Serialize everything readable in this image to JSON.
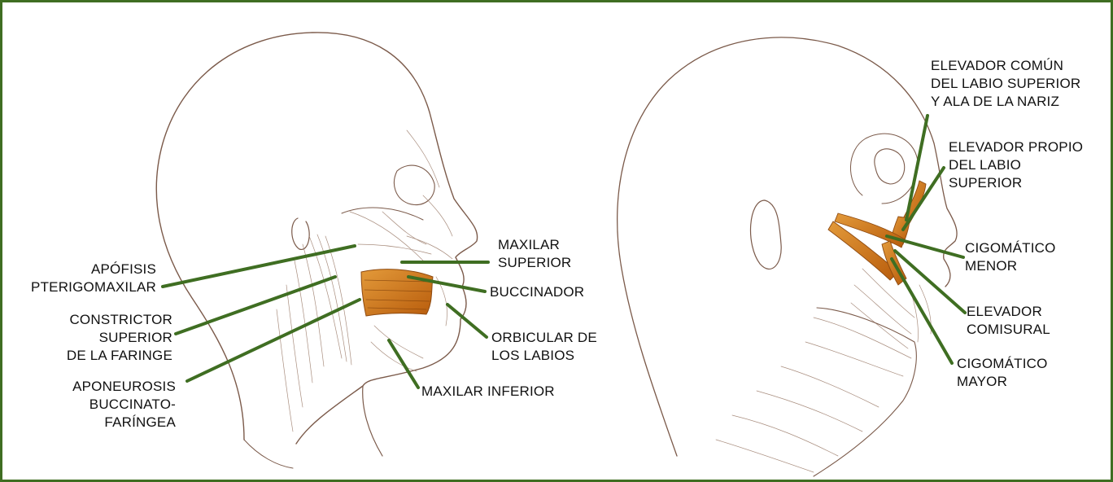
{
  "colors": {
    "frame": "#3f6e22",
    "leader": "#3f6e22",
    "muscle": "#c96b12",
    "muscle_light": "#e39a3a",
    "sketch": "#7b5a4a"
  },
  "left_figure": {
    "labels": {
      "apofisis": [
        "APÓFISIS",
        "PTERIGOMAXILAR"
      ],
      "constrictor": [
        "CONSTRICTOR",
        "SUPERIOR",
        "DE LA FARINGE"
      ],
      "aponeurosis": [
        "APONEUROSIS",
        "BUCCINATO-",
        "FARÍNGEA"
      ],
      "maxilar_superior": [
        "MAXILAR",
        "SUPERIOR"
      ],
      "buccinador": [
        "BUCCINADOR"
      ],
      "orbicular": [
        "ORBICULAR DE",
        "LOS LABIOS"
      ],
      "maxilar_inferior": [
        "MAXILAR INFERIOR"
      ]
    }
  },
  "right_figure": {
    "labels": {
      "elevador_comun": [
        "ELEVADOR COMÚN",
        "DEL LABIO SUPERIOR",
        "Y ALA DE LA NARIZ"
      ],
      "elevador_propio": [
        "ELEVADOR PROPIO",
        "DEL LABIO",
        "SUPERIOR"
      ],
      "cigomatico_menor": [
        "CIGOMÁTICO",
        "MENOR"
      ],
      "elevador_comisural": [
        "ELEVADOR",
        "COMISURAL"
      ],
      "cigomatico_mayor": [
        "CIGOMÁTICO",
        "MAYOR"
      ]
    }
  }
}
